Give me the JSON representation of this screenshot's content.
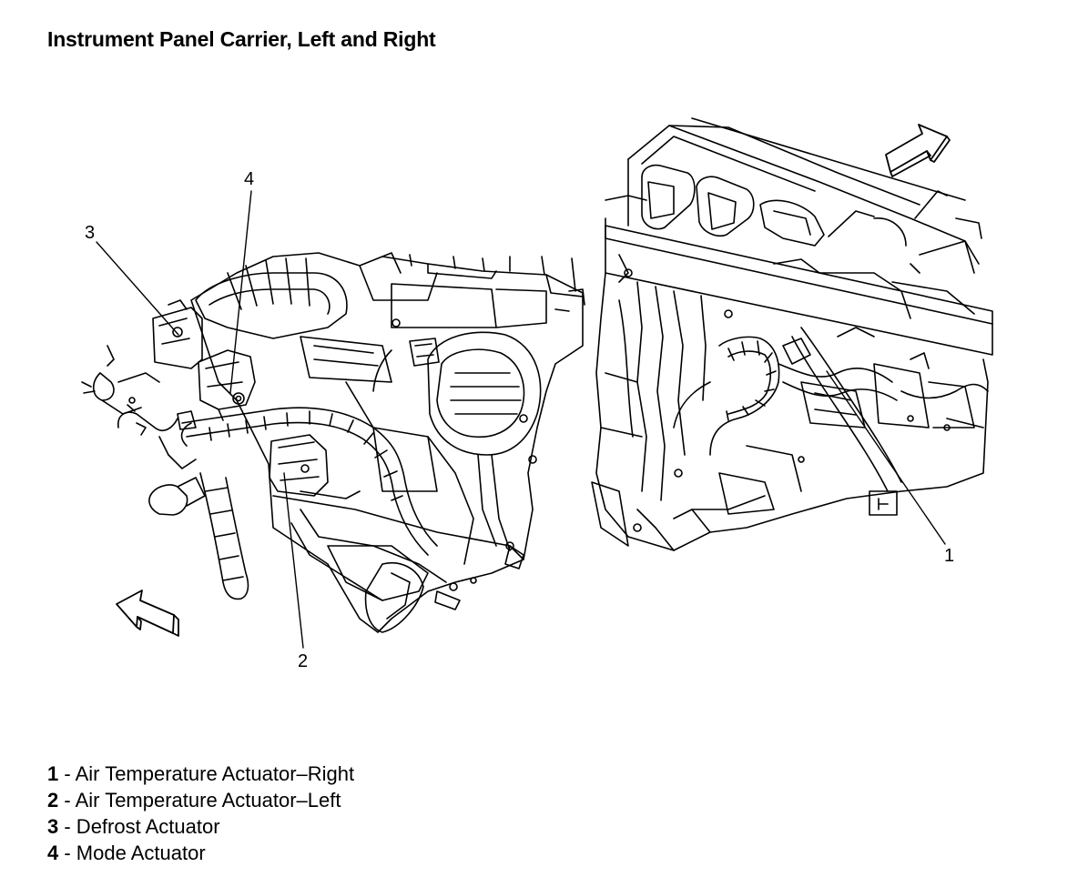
{
  "title": "Instrument Panel Carrier, Left and Right",
  "callouts": [
    "1",
    "2",
    "3",
    "4"
  ],
  "legend": [
    {
      "num": "1",
      "text": " - Air Temperature Actuator–Right"
    },
    {
      "num": "2",
      "text": " - Air Temperature Actuator–Left"
    },
    {
      "num": "3",
      "text": " - Defrost Actuator"
    },
    {
      "num": "4",
      "text": " - Mode Actuator"
    }
  ],
  "icons": [
    "direction-arrow-icon",
    "direction-arrow-icon"
  ],
  "colors": {
    "ink": "#000000",
    "background": "#ffffff"
  }
}
